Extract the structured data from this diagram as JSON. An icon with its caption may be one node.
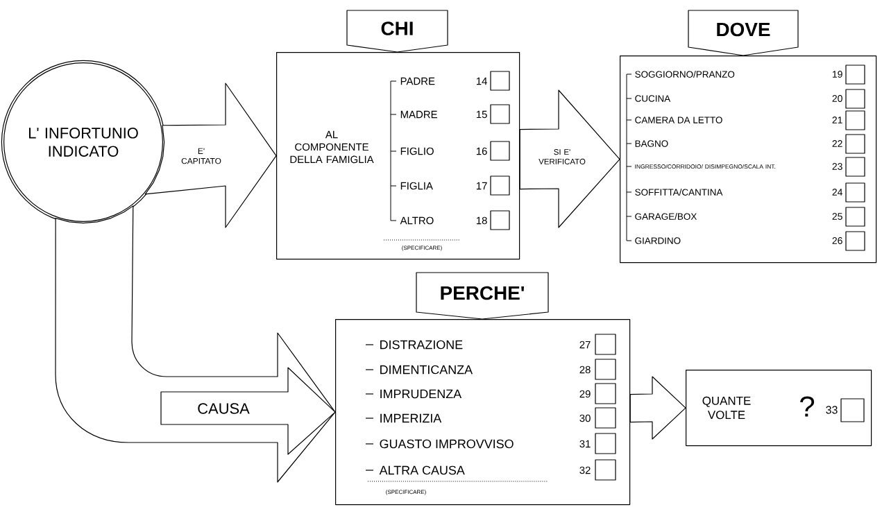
{
  "diagram": {
    "nodes": [
      {
        "text": [
          "L' INFORTUNIO INDICATO"
        ]
      },
      {
        "text": [
          "CHI",
          "AL COMPONENTE DELLA FAMIGLIA"
        ]
      },
      {
        "text": [
          "DOVE"
        ]
      },
      {
        "text": [
          "PERCHE'"
        ]
      },
      {
        "text": [
          "QUANTE VOLTE"
        ]
      }
    ],
    "edges": [
      {
        "from": 0,
        "to": 1,
        "arrow": "to",
        "label": "E' CAPITATO"
      },
      {
        "from": 1,
        "to": 2,
        "arrow": "to",
        "label": "SI E' VERIFICATO"
      },
      {
        "from": 0,
        "to": 3,
        "arrow": "to"
      },
      {
        "from": null,
        "to": 3,
        "arrow": "to",
        "label": "CAUSA"
      },
      {
        "from": 3,
        "to": 4,
        "arrow": "to"
      }
    ],
    "labels": [
      "PADRE",
      "14",
      "MADRE",
      "15",
      "FIGLIO",
      "16",
      "FIGLIA",
      "17",
      "ALTRO",
      "18",
      "(SPECIFICARE)",
      "SOGGIORNO/PRANZO",
      "19",
      "CUCINA",
      "20",
      "CAMERA DA LETTO",
      "21",
      "BAGNO",
      "22",
      "INGRESSO/CORRIDOIO/ DISIMPEGNO/SCALA INT.",
      "23",
      "SOFFITTA/CANTINA",
      "24",
      "GARAGE/BOX",
      "25",
      "GIARDINO",
      "26",
      "DISTRAZIONE",
      "27",
      "DIMENTICANZA",
      "28",
      "IMPRUDENZA",
      "29",
      "IMPERIZIA",
      "30",
      "GUASTO IMPROVVISO",
      "31",
      "ALTRA CAUSA",
      "32",
      "(SPECIFICARE)",
      "?",
      "33"
    ]
  }
}
